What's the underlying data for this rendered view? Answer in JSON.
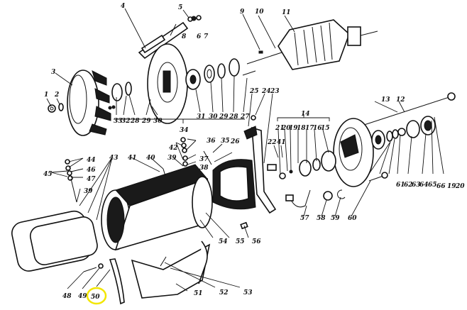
{
  "diagram": {
    "type": "exploded-parts-view",
    "subject": "electric generator / starter assembly",
    "highlighted_label": "50",
    "highlight_color": "#f2e600",
    "labels": [
      {
        "id": "1",
        "text": "1"
      },
      {
        "id": "2",
        "text": "2"
      },
      {
        "id": "3",
        "text": "3"
      },
      {
        "id": "4",
        "text": "4"
      },
      {
        "id": "5",
        "text": "5"
      },
      {
        "id": "6",
        "text": "6"
      },
      {
        "id": "7",
        "text": "7"
      },
      {
        "id": "8",
        "text": "8"
      },
      {
        "id": "9",
        "text": "9"
      },
      {
        "id": "10",
        "text": "10"
      },
      {
        "id": "11",
        "text": "11"
      },
      {
        "id": "12",
        "text": "12"
      },
      {
        "id": "13",
        "text": "13"
      },
      {
        "id": "14",
        "text": "14"
      },
      {
        "id": "15",
        "text": "15"
      },
      {
        "id": "16",
        "text": "16"
      },
      {
        "id": "17",
        "text": "17"
      },
      {
        "id": "18",
        "text": "18"
      },
      {
        "id": "19a",
        "text": "19"
      },
      {
        "id": "20a",
        "text": "20"
      },
      {
        "id": "21",
        "text": "21"
      },
      {
        "id": "22",
        "text": "22"
      },
      {
        "id": "23",
        "text": "23"
      },
      {
        "id": "24",
        "text": "24"
      },
      {
        "id": "25",
        "text": "25"
      },
      {
        "id": "26",
        "text": "26"
      },
      {
        "id": "27",
        "text": "27"
      },
      {
        "id": "28a",
        "text": "28"
      },
      {
        "id": "28b",
        "text": "28"
      },
      {
        "id": "29a",
        "text": "29"
      },
      {
        "id": "29b",
        "text": "29"
      },
      {
        "id": "30a",
        "text": "30"
      },
      {
        "id": "30b",
        "text": "30"
      },
      {
        "id": "31",
        "text": "31"
      },
      {
        "id": "32",
        "text": "32"
      },
      {
        "id": "33",
        "text": "33"
      },
      {
        "id": "34",
        "text": "34"
      },
      {
        "id": "35",
        "text": "35"
      },
      {
        "id": "36",
        "text": "36"
      },
      {
        "id": "37",
        "text": "37"
      },
      {
        "id": "38",
        "text": "38"
      },
      {
        "id": "39a",
        "text": "39"
      },
      {
        "id": "39b",
        "text": "39"
      },
      {
        "id": "40",
        "text": "40"
      },
      {
        "id": "41a",
        "text": "41"
      },
      {
        "id": "41b",
        "text": "41"
      },
      {
        "id": "42",
        "text": "42"
      },
      {
        "id": "43",
        "text": "43"
      },
      {
        "id": "44",
        "text": "44"
      },
      {
        "id": "45",
        "text": "45"
      },
      {
        "id": "46",
        "text": "46"
      },
      {
        "id": "47",
        "text": "47"
      },
      {
        "id": "48",
        "text": "48"
      },
      {
        "id": "49",
        "text": "49"
      },
      {
        "id": "50",
        "text": "50"
      },
      {
        "id": "51",
        "text": "51"
      },
      {
        "id": "52",
        "text": "52"
      },
      {
        "id": "53",
        "text": "53"
      },
      {
        "id": "54",
        "text": "54"
      },
      {
        "id": "55",
        "text": "55"
      },
      {
        "id": "56",
        "text": "56"
      },
      {
        "id": "57",
        "text": "57"
      },
      {
        "id": "58",
        "text": "58"
      },
      {
        "id": "59",
        "text": "59"
      },
      {
        "id": "60",
        "text": "60"
      },
      {
        "id": "61",
        "text": "61"
      },
      {
        "id": "62",
        "text": "62"
      },
      {
        "id": "63",
        "text": "63"
      },
      {
        "id": "64",
        "text": "64"
      },
      {
        "id": "65",
        "text": "65"
      },
      {
        "id": "66",
        "text": "66"
      },
      {
        "id": "19b",
        "text": "19"
      },
      {
        "id": "20b",
        "text": "20"
      }
    ],
    "groups": [
      {
        "label": "14",
        "members": [
          "15",
          "16",
          "17",
          "18",
          "19",
          "20",
          "21"
        ]
      },
      {
        "label": "34",
        "members": [
          "27",
          "28",
          "29",
          "30",
          "31",
          "32",
          "33"
        ]
      }
    ]
  }
}
